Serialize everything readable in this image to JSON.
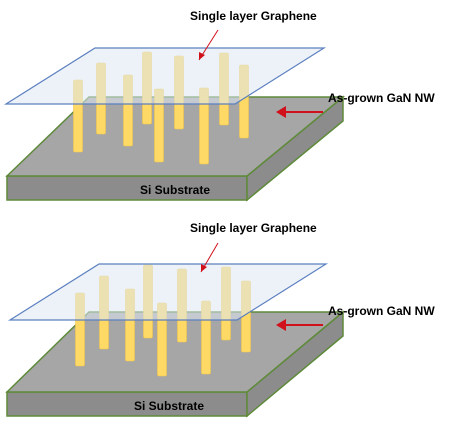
{
  "colors": {
    "substrate_top": "#a6a6a6",
    "substrate_front": "#8c8c8c",
    "substrate_edge": "#5e8a3a",
    "graphene_fill": "#dde8f3",
    "graphene_stroke": "#5b7fbf",
    "nanowire_fill": "#ffd966",
    "nanowire_edge": "#f3c94a",
    "arrow": "#d0101a"
  },
  "panels": [
    {
      "graphene_label": "Single layer Graphene",
      "nanowire_label": "As-grown GaN NW",
      "substrate_label": "Si Substrate"
    },
    {
      "graphene_label": "Single layer Graphene",
      "nanowire_label": "As-grown GaN NW",
      "substrate_label": "Si Substrate"
    }
  ]
}
